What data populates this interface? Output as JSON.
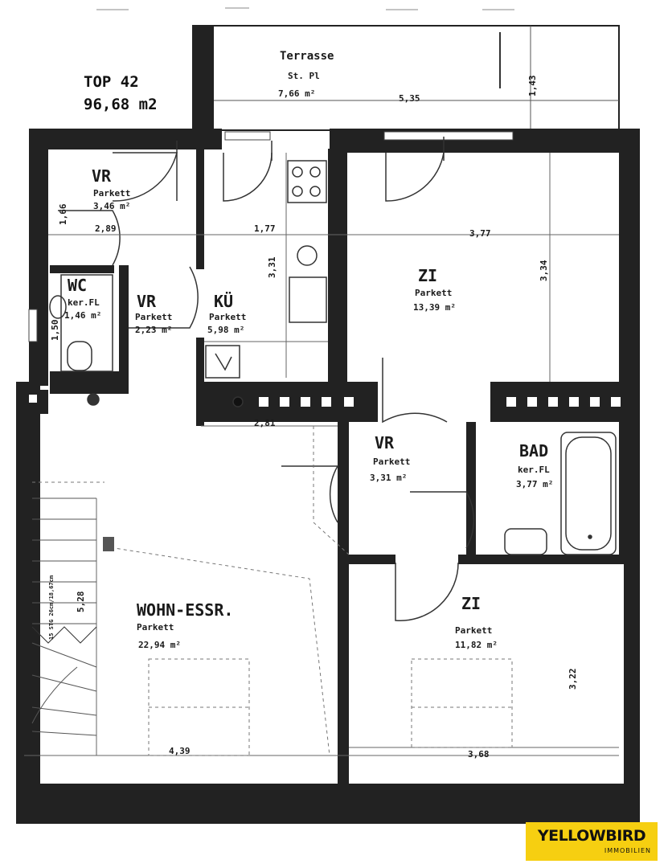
{
  "header": {
    "unit": "TOP 42",
    "area": "96,68 m2"
  },
  "rooms": {
    "terrace": {
      "name": "Terrasse",
      "floor": "St. Pl",
      "area": "7,66 m²"
    },
    "hall1": {
      "name": "VR",
      "floor": "Parkett",
      "area": "3,46 m²"
    },
    "wc": {
      "name": "WC",
      "floor": "ker.FL",
      "area": "1,46 m²"
    },
    "hall2": {
      "name": "VR",
      "floor": "Parkett",
      "area": "2,23 m²"
    },
    "kitchen": {
      "name": "KÜ",
      "floor": "Parkett",
      "area": "5,98 m²"
    },
    "room1": {
      "name": "ZI",
      "floor": "Parkett",
      "area": "13,39 m²"
    },
    "hall3": {
      "name": "VR",
      "floor": "Parkett",
      "area": "3,31 m²"
    },
    "bath": {
      "name": "BAD",
      "floor": "ker.FL",
      "area": "3,77 m²"
    },
    "living": {
      "name": "WOHN-ESSR.",
      "floor": "Parkett",
      "area": "22,94 m²"
    },
    "room2": {
      "name": "ZI",
      "floor": "Parkett",
      "area": "11,82 m²"
    }
  },
  "dimensions": {
    "terrace_width": "5,35",
    "terrace_depth": "1,43",
    "hall_width": "2,89",
    "kitchen_width": "1,77",
    "room1_width": "3,77",
    "room1_depth": "3,34",
    "kitchen_depth": "3,31",
    "wc_height": "1,66",
    "wc_width": "1,50",
    "kitchen_bottom": "2,81",
    "stairs_note": "15 STG 26cm/18,67cm",
    "living_depth": "5,28",
    "living_width": "4,39",
    "room2_width": "3,68",
    "room2_depth": "3,22"
  },
  "logo": {
    "brand": "YELLOWBIRD",
    "tagline": "IMMOBILIEN",
    "color": "#f6cf11"
  }
}
